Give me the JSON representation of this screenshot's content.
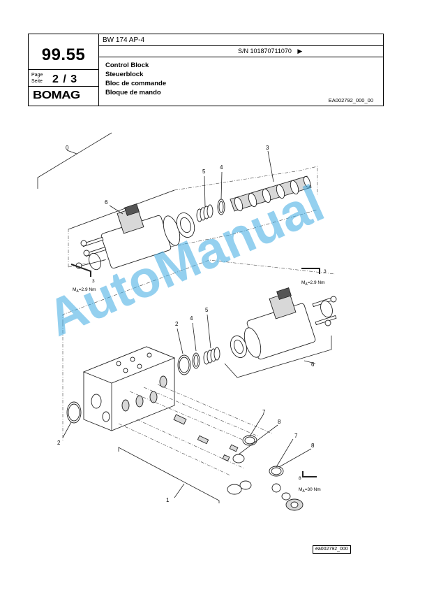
{
  "header": {
    "section_number": "99.55",
    "page_label_1": "Page",
    "page_label_2": "Seite",
    "page_value": "2 / 3",
    "logo": "BOMAG",
    "model": "BW 174 AP-4",
    "serial": "S/N 101870711070",
    "serial_arrow": "▶",
    "titles": [
      "Control Block",
      "Steuerblock",
      "Bloc de commande",
      "Bloque de mando"
    ],
    "doc_ref": "EA002792_000_00"
  },
  "drawing": {
    "callouts": {
      "c0": "0",
      "c1": "1",
      "c2a": "2",
      "c2b": "2",
      "c3": "3",
      "c4a": "4",
      "c4b": "4",
      "c5a": "5",
      "c5b": "5",
      "c6a": "6",
      "c6b": "6",
      "c7a": "7",
      "c7b": "7",
      "c8a": "8",
      "c8b": "8"
    },
    "torque_1": "=2.9 Nm",
    "torque_2": "=2.9 Nm",
    "torque_3": "=30 Nm",
    "torque_prefix": "M",
    "torque_sub": "A",
    "wrench_size_1": "3",
    "wrench_size_2": "3",
    "wrench_size_3": "8"
  },
  "watermark": "AutoManual",
  "figure_ref": "ea002792_000"
}
